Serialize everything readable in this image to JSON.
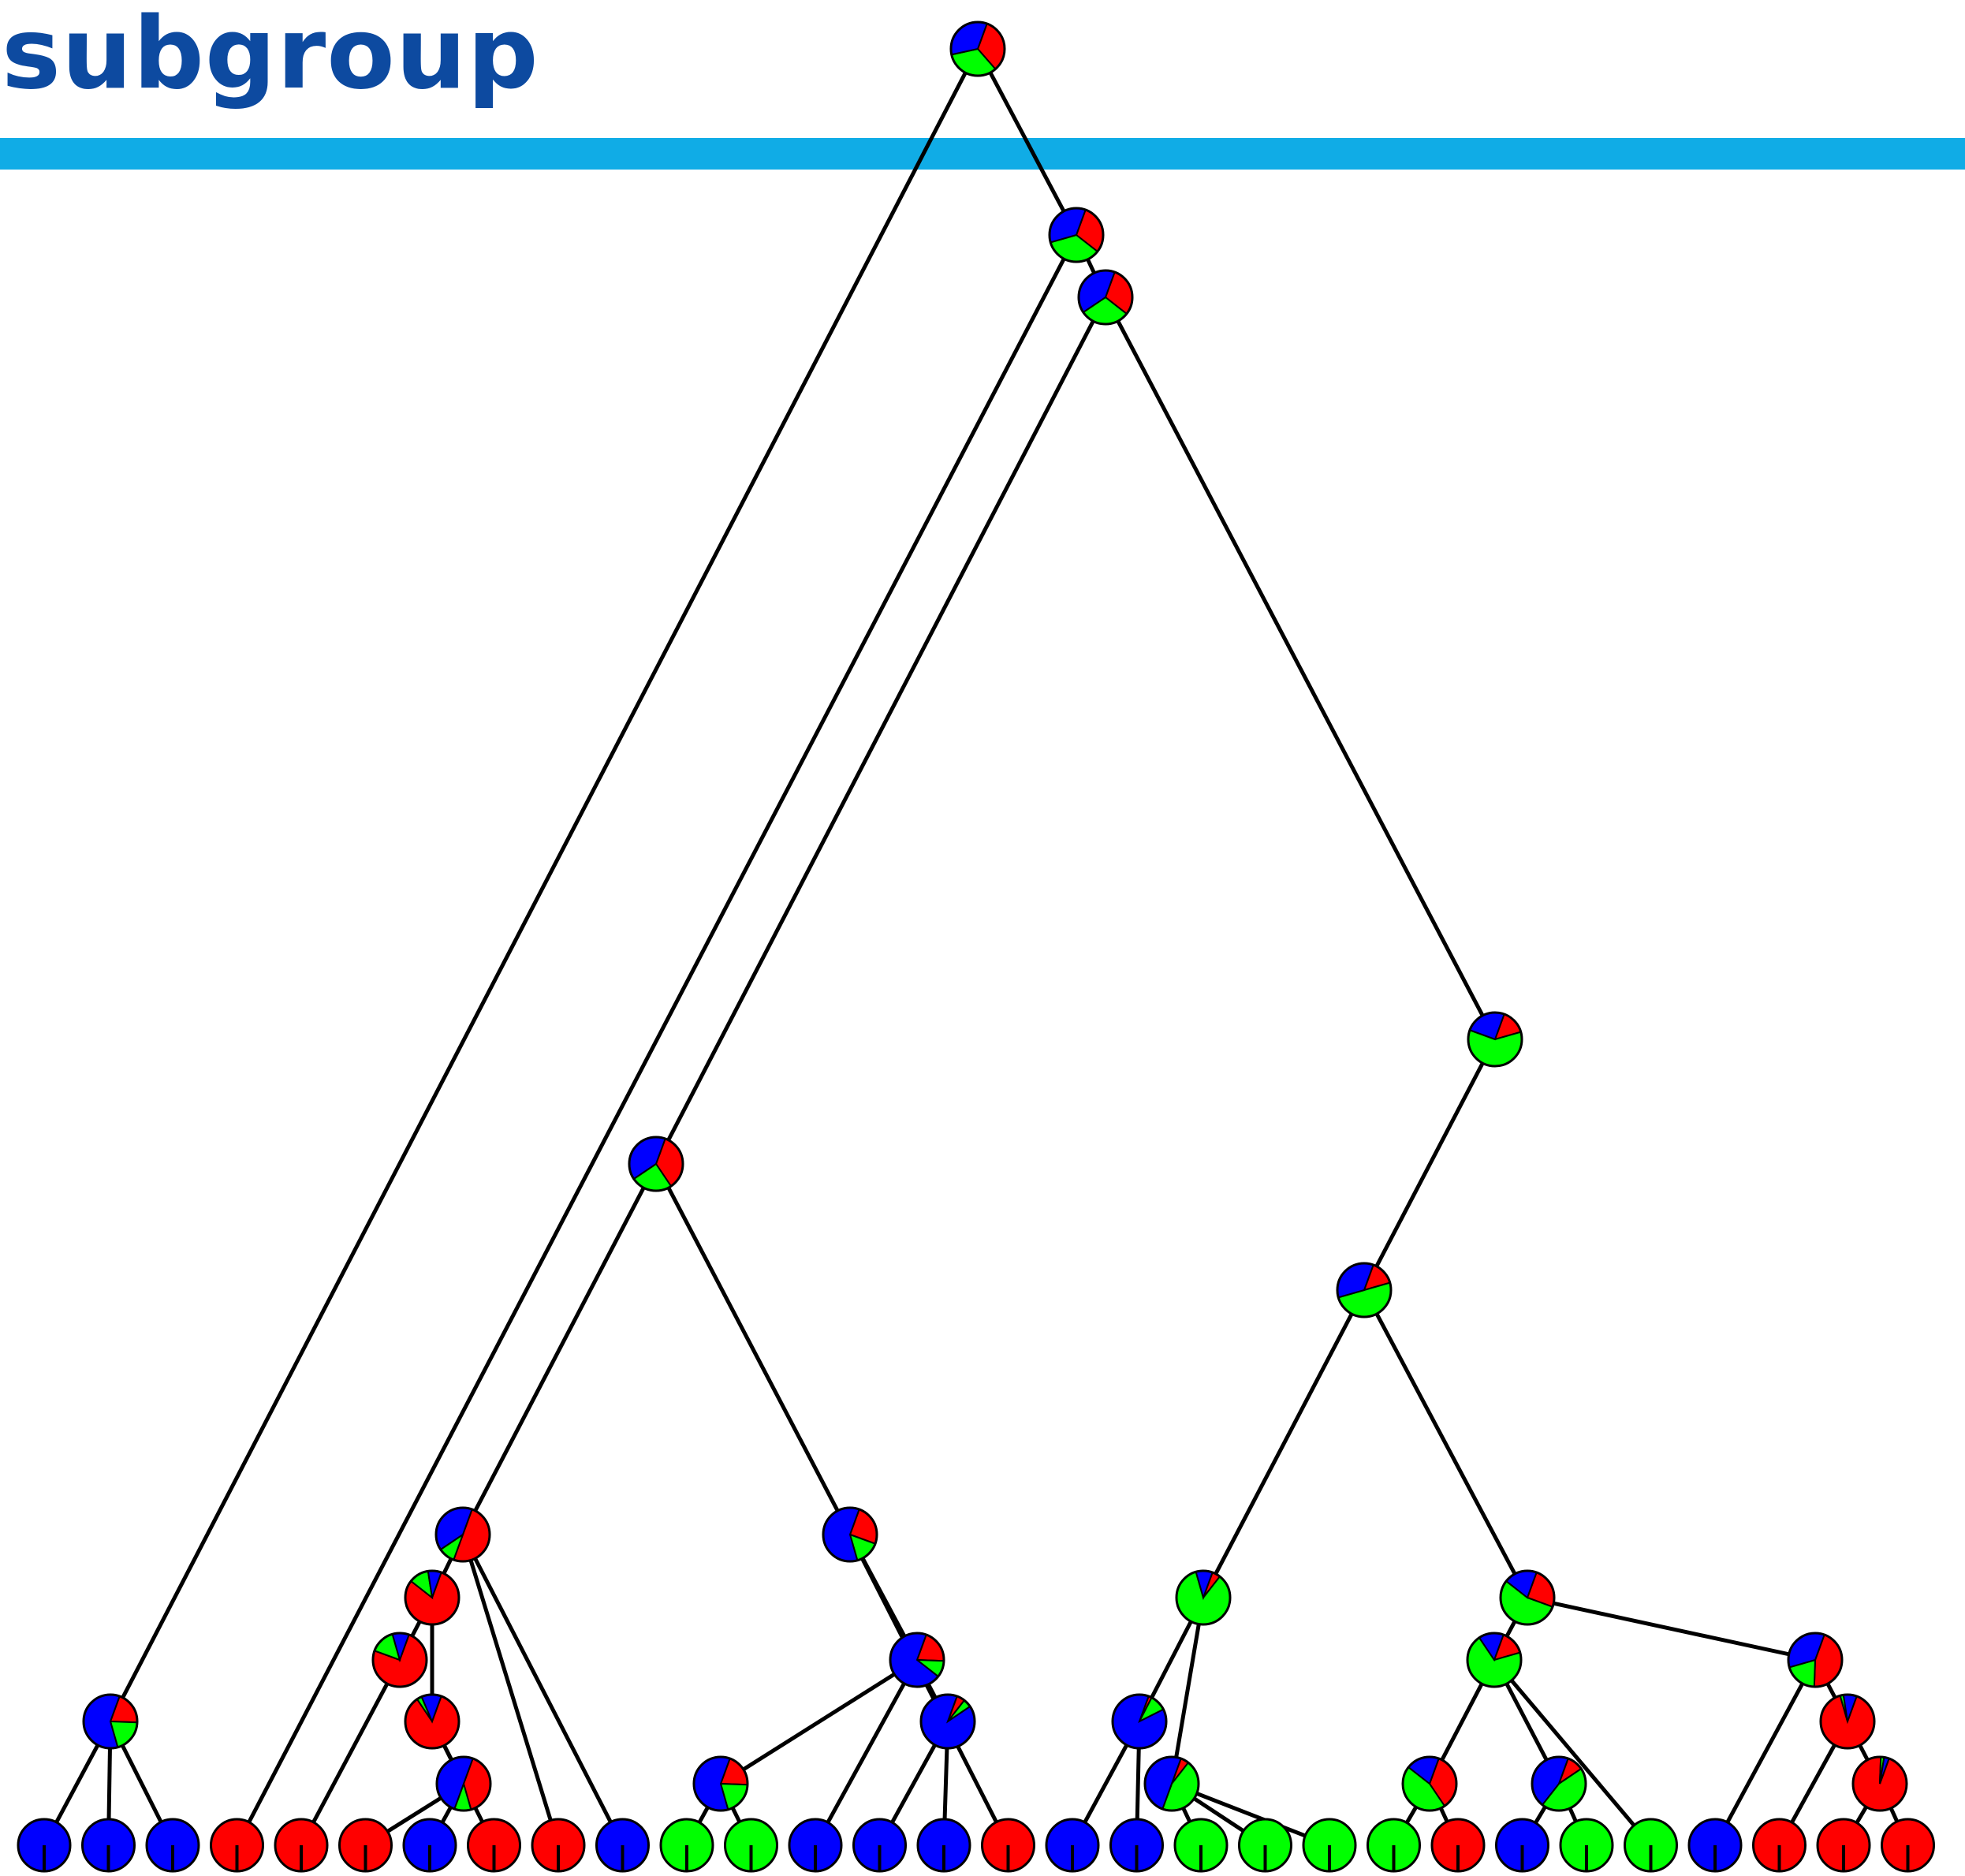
{
  "title": "subgroup",
  "colors": {
    "title": "#0d4aa0",
    "bar": "#10ace6",
    "red": "#ff0000",
    "green": "#00ff00",
    "blue": "#0000ff",
    "line": "#000000"
  },
  "tree": {
    "node_order": [
      "red",
      "green",
      "blue"
    ],
    "nodes": [
      {
        "id": "root",
        "p": [
          0.33,
          0.33,
          0.34
        ]
      },
      {
        "id": "n2",
        "parent": "root",
        "p": [
          0.3,
          0.35,
          0.35
        ]
      },
      {
        "id": "n3",
        "parent": "n2",
        "p": [
          0.3,
          0.3,
          0.4
        ]
      },
      {
        "id": "n4",
        "parent": "n3",
        "p": [
          0.35,
          0.25,
          0.4
        ]
      },
      {
        "id": "n5",
        "parent": "n3",
        "p": [
          0.15,
          0.6,
          0.25
        ]
      },
      {
        "id": "n6",
        "parent": "n4",
        "p": [
          0.5,
          0.1,
          0.4
        ]
      },
      {
        "id": "n7",
        "parent": "n6",
        "p": [
          0.8,
          0.12,
          0.08
        ]
      },
      {
        "id": "n8",
        "parent": "n7",
        "p": [
          0.75,
          0.15,
          0.1
        ]
      },
      {
        "id": "n9",
        "parent": "n7",
        "p": [
          0.85,
          0.03,
          0.12
        ]
      },
      {
        "id": "n10",
        "parent": "n9",
        "p": [
          0.4,
          0.1,
          0.5
        ]
      },
      {
        "id": "n11",
        "parent": "n4",
        "p": [
          0.25,
          0.15,
          0.6
        ]
      },
      {
        "id": "n12",
        "parent": "n11",
        "p": [
          0.2,
          0.1,
          0.7
        ]
      },
      {
        "id": "n13",
        "parent": "n12",
        "p": [
          0.2,
          0.2,
          0.6
        ]
      },
      {
        "id": "n14",
        "parent": "n11",
        "p": [
          0.05,
          0.05,
          0.9
        ]
      },
      {
        "id": "n15",
        "parent": "n5",
        "p": [
          0.15,
          0.5,
          0.35
        ]
      },
      {
        "id": "n16",
        "parent": "n15",
        "p": [
          0.05,
          0.85,
          0.1
        ]
      },
      {
        "id": "n17",
        "parent": "n15",
        "p": [
          0.25,
          0.55,
          0.2
        ]
      },
      {
        "id": "n18",
        "parent": "n16",
        "p": [
          0.02,
          0.1,
          0.88
        ]
      },
      {
        "id": "n19",
        "parent": "n16",
        "p": [
          0.05,
          0.45,
          0.5
        ]
      },
      {
        "id": "n20",
        "parent": "n17",
        "p": [
          0.15,
          0.7,
          0.15
        ]
      },
      {
        "id": "n21",
        "parent": "n20",
        "p": [
          0.35,
          0.45,
          0.2
        ]
      },
      {
        "id": "n22",
        "parent": "n20",
        "p": [
          0.1,
          0.45,
          0.45
        ]
      },
      {
        "id": "n23",
        "parent": "n17",
        "p": [
          0.45,
          0.2,
          0.35
        ]
      },
      {
        "id": "n24",
        "parent": "n23",
        "p": [
          0.9,
          0.02,
          0.08
        ]
      },
      {
        "id": "n25",
        "parent": "n24",
        "p": [
          0.95,
          0.02,
          0.03
        ]
      },
      {
        "id": "n26",
        "parent": "root",
        "p": [
          0.2,
          0.2,
          0.6
        ]
      }
    ],
    "leaves": [
      {
        "color": "blue",
        "parent": "n26"
      },
      {
        "color": "blue",
        "parent": "n26"
      },
      {
        "color": "blue",
        "parent": "n26"
      },
      {
        "color": "red",
        "parent": "n2"
      },
      {
        "color": "red",
        "parent": "n8"
      },
      {
        "color": "red",
        "parent": "n10"
      },
      {
        "color": "blue",
        "parent": "n10"
      },
      {
        "color": "red",
        "parent": "n9"
      },
      {
        "color": "red",
        "parent": "n6"
      },
      {
        "color": "blue",
        "parent": "n6"
      },
      {
        "color": "green",
        "parent": "n13"
      },
      {
        "color": "green",
        "parent": "n13"
      },
      {
        "color": "blue",
        "parent": "n12"
      },
      {
        "color": "blue",
        "parent": "n14"
      },
      {
        "color": "blue",
        "parent": "n14"
      },
      {
        "color": "red",
        "parent": "n11"
      },
      {
        "color": "blue",
        "parent": "n18"
      },
      {
        "color": "blue",
        "parent": "n18"
      },
      {
        "color": "green",
        "parent": "n19"
      },
      {
        "color": "green",
        "parent": "n19"
      },
      {
        "color": "green",
        "parent": "n19"
      },
      {
        "color": "green",
        "parent": "n21"
      },
      {
        "color": "red",
        "parent": "n21"
      },
      {
        "color": "blue",
        "parent": "n22"
      },
      {
        "color": "green",
        "parent": "n22"
      },
      {
        "color": "green",
        "parent": "n20"
      },
      {
        "color": "blue",
        "parent": "n23"
      },
      {
        "color": "red",
        "parent": "n24"
      },
      {
        "color": "red",
        "parent": "n25"
      },
      {
        "color": "red",
        "parent": "n25"
      }
    ]
  }
}
